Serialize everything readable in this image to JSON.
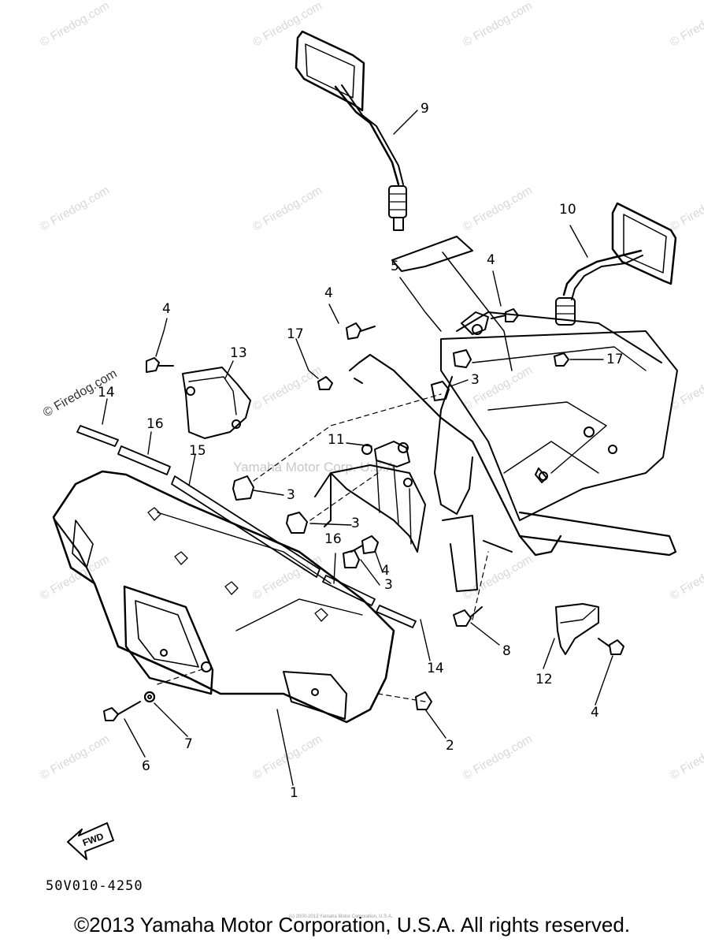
{
  "watermark": {
    "text": "© Firedog.com",
    "center_text": "Yamaha Motor Corp. U.S.A."
  },
  "callouts": [
    "1",
    "2",
    "3",
    "3",
    "3",
    "3",
    "4",
    "4",
    "4",
    "4",
    "4",
    "5",
    "6",
    "7",
    "8",
    "9",
    "10",
    "11",
    "12",
    "13",
    "14",
    "14",
    "15",
    "16",
    "16",
    "17",
    "17"
  ],
  "parts": {
    "p1": "1",
    "p2": "2",
    "p3a": "3",
    "p3b": "3",
    "p3c": "3",
    "p3d": "3",
    "p4a": "4",
    "p4b": "4",
    "p4c": "4",
    "p4d": "4",
    "p4e": "4",
    "p5": "5",
    "p6": "6",
    "p7": "7",
    "p8": "8",
    "p9": "9",
    "p10": "10",
    "p11": "11",
    "p12": "12",
    "p13": "13",
    "p14a": "14",
    "p14b": "14",
    "p15": "15",
    "p16a": "16",
    "p16b": "16",
    "p17a": "17",
    "p17b": "17"
  },
  "fwd_label": "FWD",
  "diagram_code": "50V010-4250",
  "copyright": "©2013 Yamaha Motor Corporation, U.S.A. All rights reserved.",
  "tiny_copyright": "(c) 2000-2013 Yamaha Motor Corporation, U.S.A.",
  "colors": {
    "ink": "#000000",
    "watermark": "#d8d8d8",
    "paper": "#ffffff"
  }
}
